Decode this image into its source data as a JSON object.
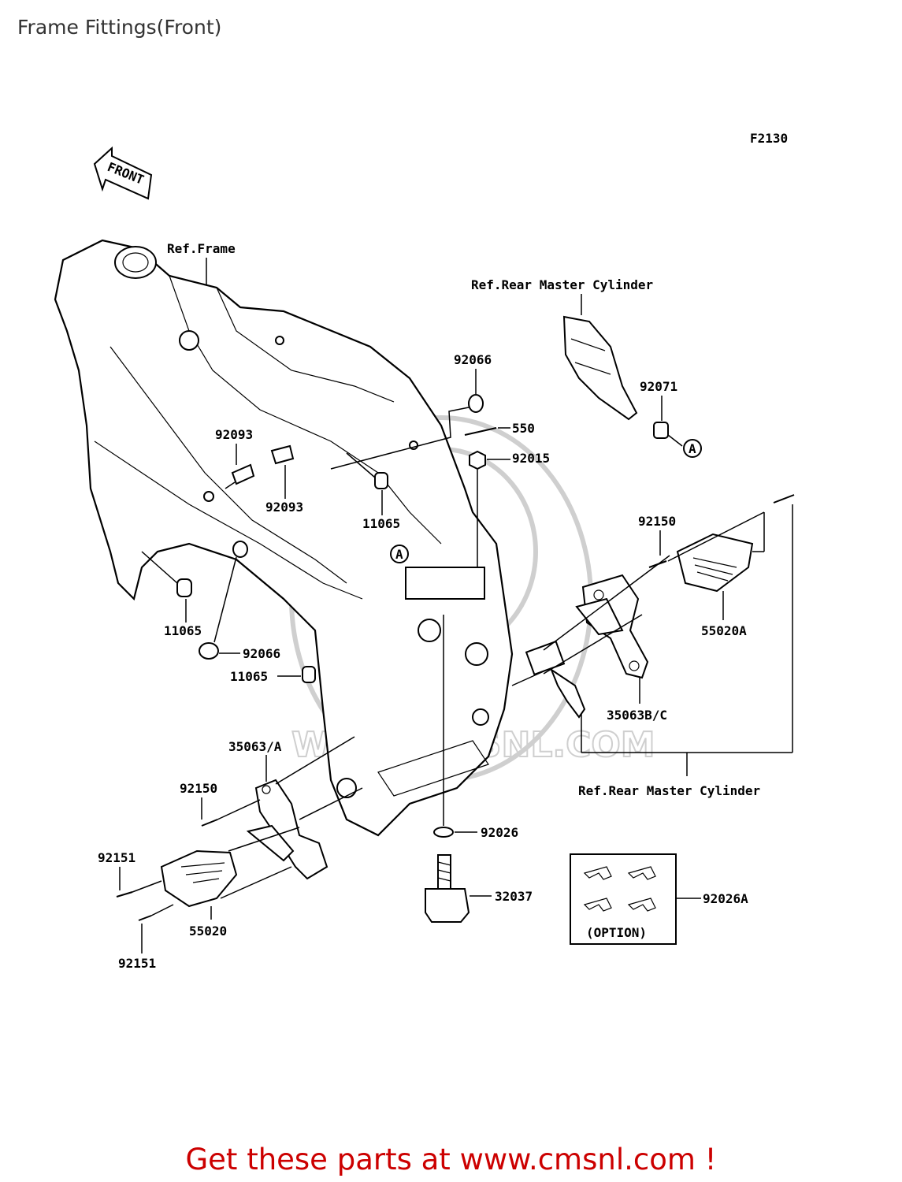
{
  "title": "Frame Fittings(Front)",
  "diagram_code": "F2130",
  "front_arrow": "FRONT",
  "ref_frame": "Ref.Frame",
  "ref_rear_master_top": "Ref.Rear Master Cylinder",
  "ref_rear_master_bottom": "Ref.Rear Master Cylinder",
  "option_label": "(OPTION)",
  "ref_marker": "A",
  "watermark_text": "WWW.CMSNL.COM",
  "parts": {
    "p92066_top": "92066",
    "p550": "550",
    "p92015": "92015",
    "p92071": "92071",
    "p92093_a": "92093",
    "p92093_b": "92093",
    "p11065_mid": "11065",
    "p11065_left": "11065",
    "p92066_left": "92066",
    "p11065_low": "11065",
    "p92150_right": "92150",
    "p55020A": "55020A",
    "p35063BC": "35063B/C",
    "p35063A": "35063/A",
    "p92150_left": "92150",
    "p92151_a": "92151",
    "p55020": "55020",
    "p92151_b": "92151",
    "p92026": "92026",
    "p32037": "32037",
    "p92026A": "92026A"
  },
  "promo": "Get these parts at www.cmsnl.com !"
}
